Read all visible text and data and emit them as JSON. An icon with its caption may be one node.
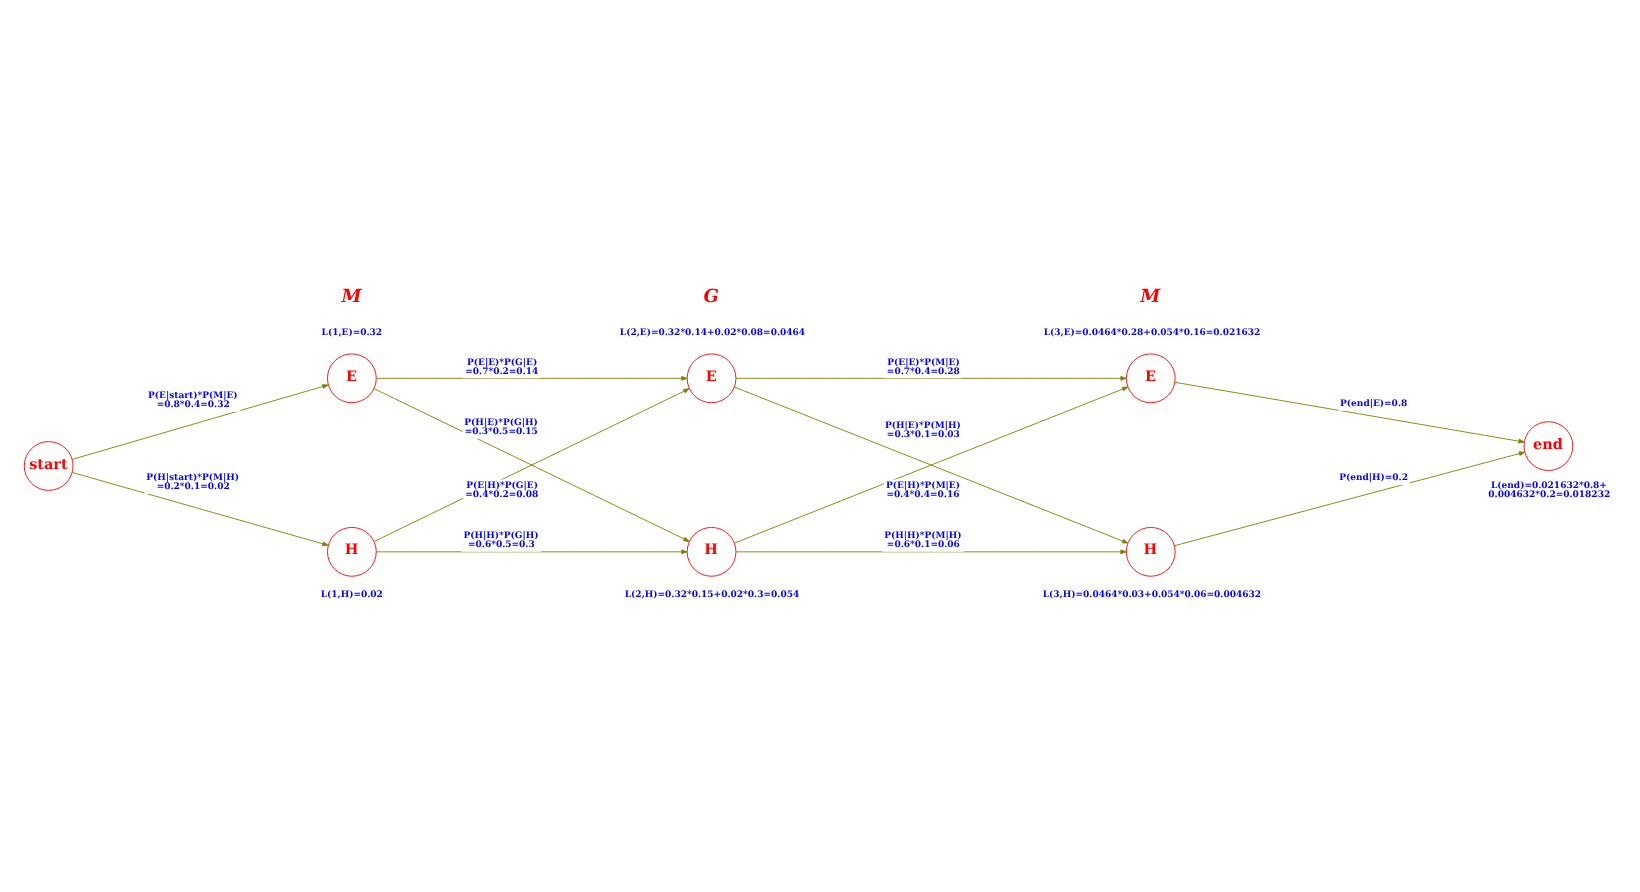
{
  "diagram": {
    "nodes": [
      {
        "text": [
          "start"
        ]
      },
      {
        "text": [
          "E"
        ],
        "beside": [
          "L(1,E)=0.32"
        ]
      },
      {
        "text": [
          "H"
        ],
        "beside": [
          "L(1,H)=0.02"
        ]
      },
      {
        "text": [
          "E"
        ],
        "beside": [
          "L(2,E)=0.32*0.14+0.02*0.08=0.0464"
        ]
      },
      {
        "text": [
          "H"
        ],
        "beside": [
          "L(2,H)=0.32*0.15+0.02*0.3=0.054"
        ]
      },
      {
        "text": [
          "E"
        ],
        "beside": [
          "L(3,E)=0.0464*0.28+0.054*0.16=0.021632"
        ]
      },
      {
        "text": [
          "H"
        ],
        "beside": [
          "L(3,H)=0.0464*0.03+0.054*0.06=0.004632"
        ]
      },
      {
        "text": [
          "end"
        ],
        "beside": [
          "L(end)=0.021632*0.8+ 0.004632*0.2=0.018232"
        ]
      }
    ],
    "edges": [
      {
        "from": 0,
        "to": 1,
        "arrow": "to",
        "label": "P(E|start)*P(M|E) =0.8*0.4=0.32"
      },
      {
        "from": 0,
        "to": 2,
        "arrow": "to",
        "label": "P(H|start)*P(M|H) =0.2*0.1=0.02"
      },
      {
        "from": 1,
        "to": 3,
        "arrow": "to",
        "label": "P(E|E)*P(G|E) =0.7*0.2=0.14"
      },
      {
        "from": 1,
        "to": 4,
        "arrow": "to",
        "label": "P(H|E)*P(G|H) =0.3*0.5=0.15"
      },
      {
        "from": 2,
        "to": 3,
        "arrow": "to",
        "label": "P(E|H)*P(G|E) =0.4*0.2=0.08"
      },
      {
        "from": 2,
        "to": 4,
        "arrow": "to",
        "label": "P(H|H)*P(G|H) =0.6*0.5=0.3"
      },
      {
        "from": 3,
        "to": 5,
        "arrow": "to",
        "label": "P(E|E)*P(M|E) =0.7*0.4=0.28"
      },
      {
        "from": 3,
        "to": 6,
        "arrow": "to",
        "label": "P(H|E)*P(M|H) =0.3*0.1=0.03"
      },
      {
        "from": 4,
        "to": 5,
        "arrow": "to",
        "label": "P(E|H)*P(M|E) =0.4*0.4=0.16"
      },
      {
        "from": 4,
        "to": 6,
        "arrow": "to",
        "label": "P(H|H)*P(M|H) =0.6*0.1=0.06"
      },
      {
        "from": 5,
        "to": 7,
        "arrow": "to",
        "label": "P(end|E)=0.8"
      },
      {
        "from": 6,
        "to": 7,
        "arrow": "to",
        "label": "P(end|H)=0.2"
      }
    ],
    "labels": [
      "M",
      "G",
      "M"
    ]
  }
}
